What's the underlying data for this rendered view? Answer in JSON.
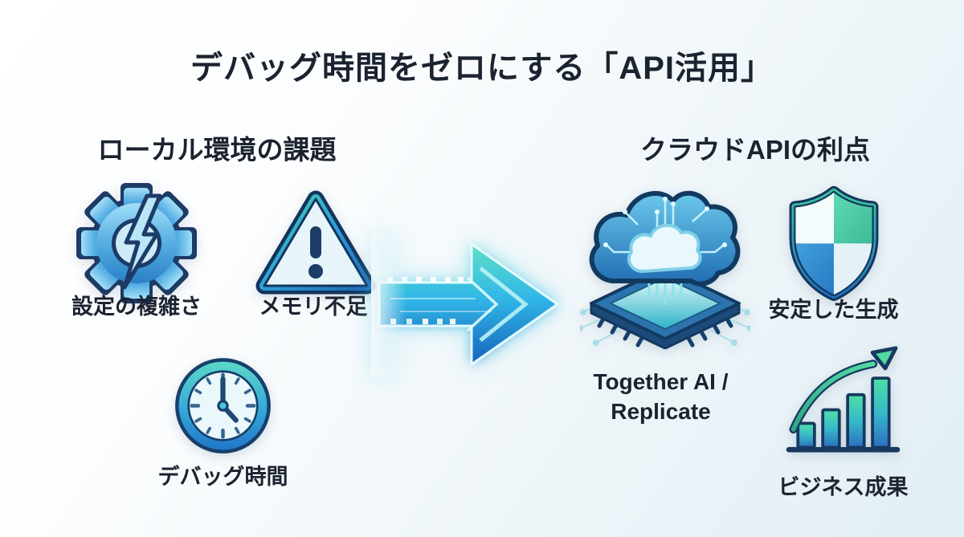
{
  "title": "デバッグ時間をゼロにする「API活用」",
  "left_section": {
    "heading": "ローカル環境の課題",
    "items": [
      {
        "icon": "gear-bolt-icon",
        "label": "設定の複雑さ"
      },
      {
        "icon": "warning-triangle-icon",
        "label": "メモリ不足"
      },
      {
        "icon": "clock-icon",
        "label": "デバッグ時間"
      }
    ]
  },
  "center": {
    "icon": "right-arrow-icon"
  },
  "right_section": {
    "heading": "クラウドAPIの利点",
    "items": [
      {
        "icon": "cloud-chip-icon",
        "label": "Together AI / Replicate"
      },
      {
        "icon": "shield-icon",
        "label": "安定した生成"
      },
      {
        "icon": "bar-chart-growth-icon",
        "label": "ビジネス成果"
      }
    ]
  },
  "colors": {
    "text": "#1b2330",
    "outline_navy": "#16395f",
    "teal": "#45d6ad",
    "cyan": "#31b7e6",
    "blue": "#1f6fc0",
    "background_tint": "#e2eef4"
  }
}
